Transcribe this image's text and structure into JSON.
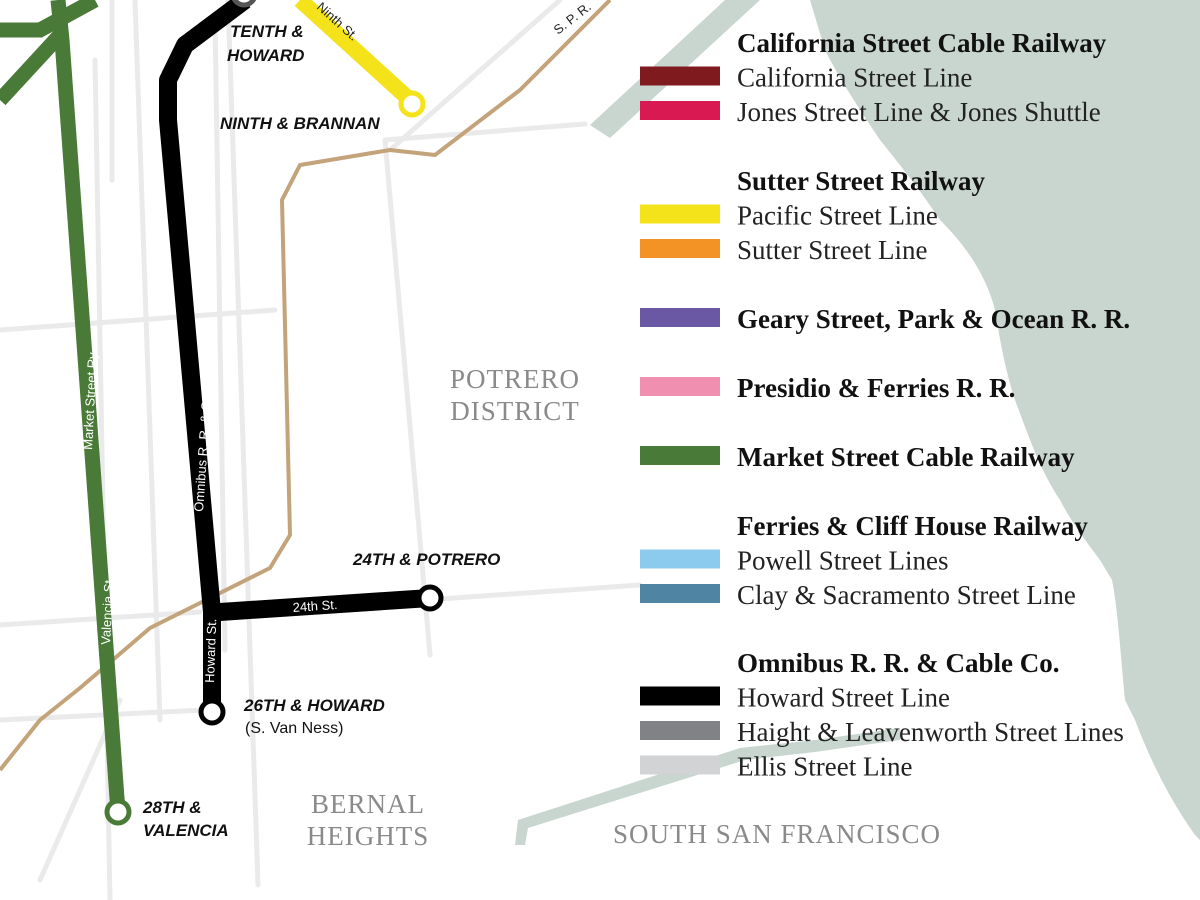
{
  "colors": {
    "water": "#c9d6d0",
    "street_grid": "#eaeaea",
    "railroad": "#c3a37a",
    "market": "#4a7a37",
    "omnibus": "#000000",
    "pacific": "#f4e21b",
    "station_fill": "#ffffff"
  },
  "map": {
    "stations": [
      {
        "name": "TENTH &",
        "name2": "HOWARD"
      },
      {
        "name": "NINTH & BRANNAN"
      },
      {
        "name": "24TH & POTRERO"
      },
      {
        "name": "26TH & HOWARD",
        "sub": "(S. Van Ness)"
      },
      {
        "name": "28TH &",
        "name2": "VALENCIA"
      }
    ],
    "street_labels": {
      "ninth": "Ninth St.",
      "spr": "S. P. R.",
      "market_ry": "Market Street Ry.",
      "omnibus": "Omnibus R. R. & Cable Co.",
      "valencia": "Valencia St.",
      "howard": "Howard St.",
      "twentyfourth": "24th St."
    },
    "districts": {
      "potrero": [
        "POTRERO",
        "DISTRICT"
      ],
      "bernal": [
        "BERNAL",
        "HEIGHTS"
      ],
      "south_sf": "SOUTH SAN FRANCISCO"
    }
  },
  "legend": {
    "groups": [
      {
        "title": "California Street Cable Railway",
        "items": [
          {
            "label": "California Street Line",
            "color": "#7f1a1e"
          },
          {
            "label": "Jones Street Line & Jones Shuttle",
            "color": "#d91a52"
          }
        ]
      },
      {
        "title": "Sutter Street Railway",
        "items": [
          {
            "label": "Pacific Street Line",
            "color": "#f4e21b"
          },
          {
            "label": "Sutter Street Line",
            "color": "#f39325"
          }
        ]
      },
      {
        "title": "Geary Street, Park & Ocean R. R.",
        "swatch": "#6a58a5",
        "items": []
      },
      {
        "title": "Presidio & Ferries R. R.",
        "swatch": "#f08fb0",
        "items": []
      },
      {
        "title": "Market Street Cable Railway",
        "swatch": "#4a7a37",
        "items": []
      },
      {
        "title": "Ferries & Cliff House Railway",
        "items": [
          {
            "label": "Powell Street Lines",
            "color": "#8ccbee"
          },
          {
            "label": "Clay & Sacramento Street Line",
            "color": "#4f85a2"
          }
        ]
      },
      {
        "title": "Omnibus R. R. & Cable Co.",
        "items": [
          {
            "label": "Howard Street Line",
            "color": "#000000"
          },
          {
            "label": "Haight & Leavenworth Street Lines",
            "color": "#808285"
          },
          {
            "label": "Ellis Street Line",
            "color": "#d2d3d5"
          }
        ]
      }
    ]
  }
}
